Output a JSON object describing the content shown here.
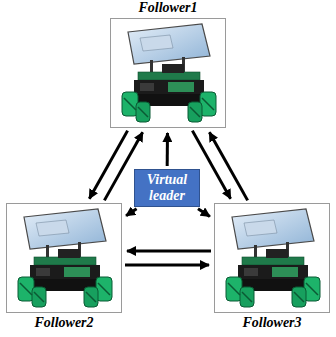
{
  "diagram": {
    "nodes": [
      {
        "text": [
          "Follower1"
        ]
      },
      {
        "text": [
          "Follower2"
        ]
      },
      {
        "text": [
          "Follower3"
        ]
      },
      {
        "text": [
          "Virtual leader"
        ]
      }
    ],
    "edges": [
      {
        "from": 1,
        "to": 0,
        "arrow": "to"
      },
      {
        "from": 0,
        "to": 1,
        "arrow": "to"
      },
      {
        "from": 0,
        "to": 2,
        "arrow": "to"
      },
      {
        "from": 2,
        "to": 0,
        "arrow": "to"
      },
      {
        "from": 1,
        "to": 2,
        "arrow": "to"
      },
      {
        "from": 2,
        "to": 1,
        "arrow": "to"
      },
      {
        "from": 3,
        "to": 0,
        "arrow": "to"
      },
      {
        "from": 3,
        "to": 1,
        "arrow": "to"
      },
      {
        "from": 3,
        "to": 2,
        "arrow": "to"
      }
    ]
  }
}
